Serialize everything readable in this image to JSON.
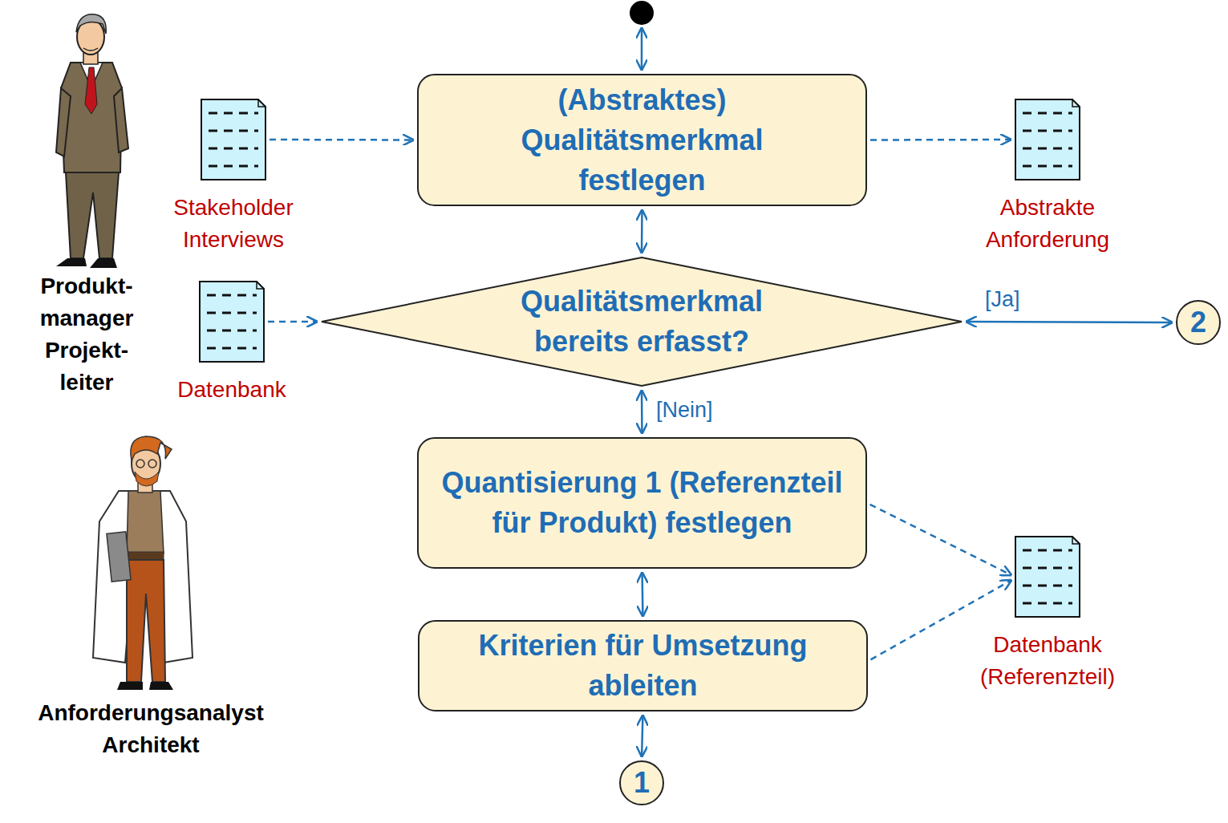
{
  "diagram": {
    "nodes": [
      {
        "text": [
          "Stakeholder Interviews"
        ]
      },
      {
        "text": [
          "(Abstraktes) Qualitätsmerkmal festlegen"
        ]
      },
      {
        "text": [
          "Abstrakte Anforderung"
        ]
      },
      {
        "text": [
          "Datenbank"
        ]
      },
      {
        "text": [
          "Qualitätsmerkmal bereits erfasst?"
        ]
      },
      {
        "text": [
          "2"
        ]
      },
      {
        "text": [
          "Quantisierung 1 (Referenzteil für Produkt) festlegen"
        ]
      },
      {
        "text": [
          "Datenbank (Referenzteil)"
        ]
      },
      {
        "text": [
          "Kriterien für Umsetzung ableiten"
        ]
      },
      {
        "text": [
          "1"
        ]
      }
    ],
    "edges": [
      {
        "from": 0,
        "to": 1,
        "arrow": "to"
      },
      {
        "from": 1,
        "to": 2,
        "arrow": "to"
      },
      {
        "from": 1,
        "to": 4,
        "arrow": "both"
      },
      {
        "from": 3,
        "to": 4,
        "arrow": "to"
      },
      {
        "from": 4,
        "to": 5,
        "label": "[Ja]",
        "arrow": "both"
      },
      {
        "from": 4,
        "to": 6,
        "label": "[Nein]",
        "arrow": "both"
      },
      {
        "from": 6,
        "to": 7,
        "arrow": "to"
      },
      {
        "from": 6,
        "to": 8,
        "arrow": "both"
      },
      {
        "from": 8,
        "to": 7,
        "arrow": "to"
      },
      {
        "from": 8,
        "to": 9,
        "arrow": "both"
      }
    ],
    "labels": [
      "Produkt- manager Projekt- leiter",
      "Anforderungsanalyst Architekt"
    ]
  }
}
